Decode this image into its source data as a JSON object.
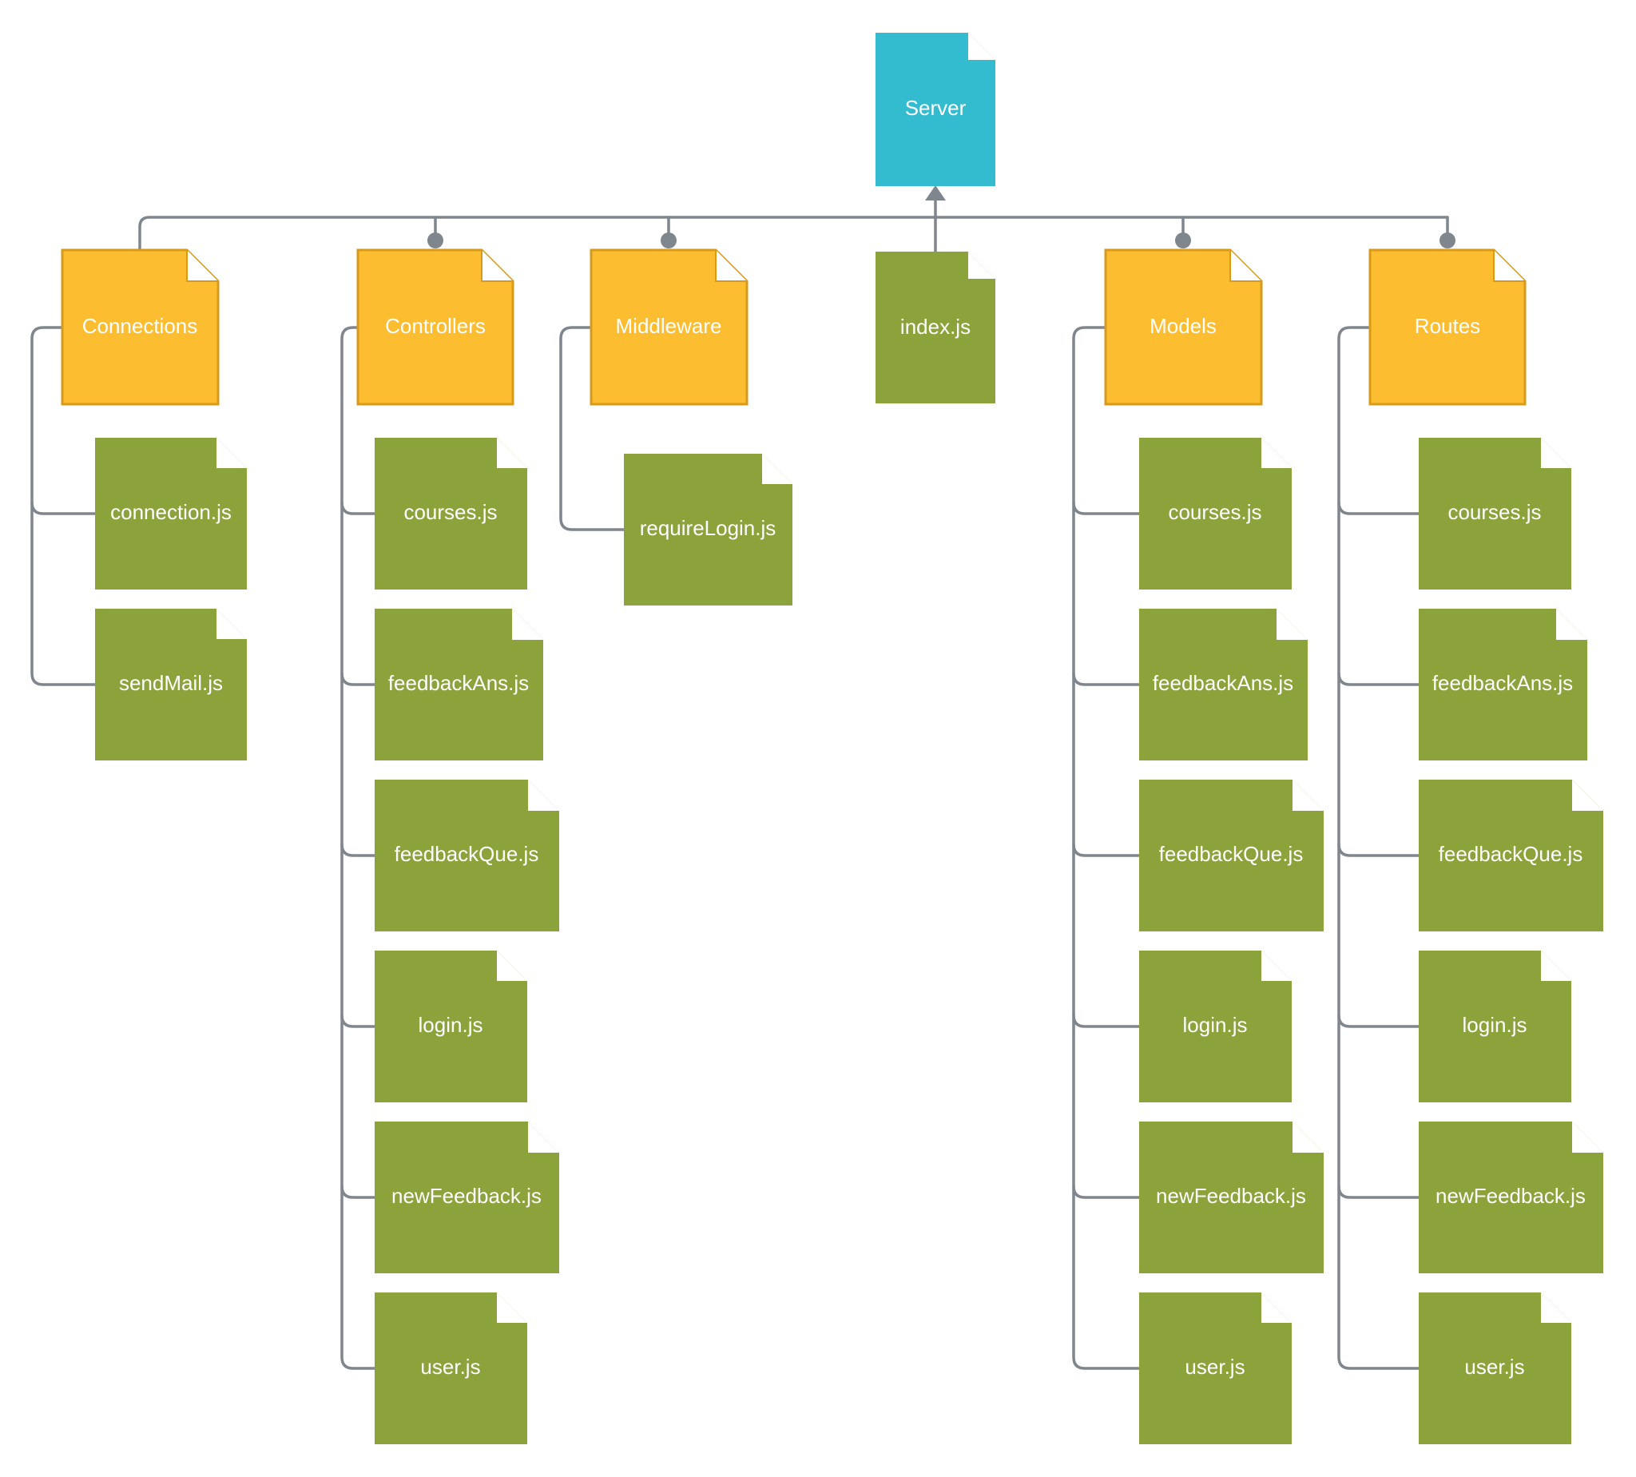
{
  "colors": {
    "root_fill": "#33bccf",
    "folder_fill": "#fcbd30",
    "folder_stroke": "#d89a1a",
    "file_fill": "#8ca33c",
    "connector": "#80868e"
  },
  "icon": "document-dogear-icon",
  "tree": {
    "root": {
      "label": "Server"
    },
    "root_file": {
      "label": "index.js"
    },
    "folders": [
      {
        "label": "Connections",
        "files": [
          "connection.js",
          "sendMail.js"
        ]
      },
      {
        "label": "Controllers",
        "files": [
          "courses.js",
          "feedbackAns.js",
          "feedbackQue.js",
          "login.js",
          "newFeedback.js",
          "user.js"
        ]
      },
      {
        "label": "Middleware",
        "files": [
          "requireLogin.js"
        ]
      },
      {
        "label": "Models",
        "files": [
          "courses.js",
          "feedbackAns.js",
          "feedbackQue.js",
          "login.js",
          "newFeedback.js",
          "user.js"
        ]
      },
      {
        "label": "Routes",
        "files": [
          "courses.js",
          "feedbackAns.js",
          "feedbackQue.js",
          "login.js",
          "newFeedback.js",
          "user.js"
        ]
      }
    ]
  }
}
